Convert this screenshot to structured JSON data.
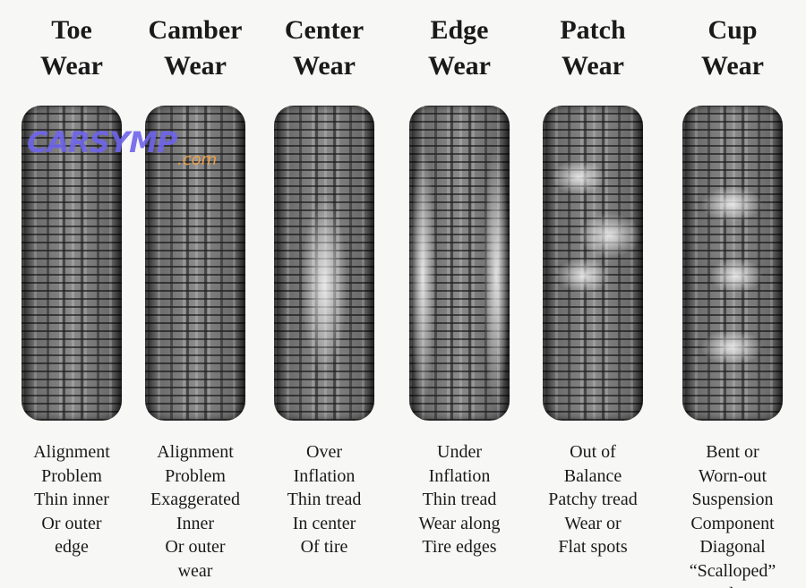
{
  "logo": {
    "brand": "CARSYMP",
    "domain": ".com"
  },
  "columns": [
    {
      "title1": "Toe",
      "title2": "Wear",
      "lines": [
        "Alignment",
        "Problem",
        "Thin inner",
        "Or outer",
        "edge"
      ]
    },
    {
      "title1": "Camber",
      "title2": "Wear",
      "lines": [
        "Alignment",
        "Problem",
        "Exaggerated",
        "Inner",
        "Or outer",
        "wear"
      ]
    },
    {
      "title1": "Center",
      "title2": "Wear",
      "lines": [
        "Over",
        "Inflation",
        "Thin tread",
        "In center",
        "Of tire"
      ]
    },
    {
      "title1": "Edge",
      "title2": "Wear",
      "lines": [
        "Under",
        "Inflation",
        "Thin tread",
        "Wear along",
        "Tire edges"
      ]
    },
    {
      "title1": "Patch",
      "title2": "Wear",
      "lines": [
        "Out of",
        "Balance",
        "Patchy tread",
        "Wear or",
        "Flat spots"
      ]
    },
    {
      "title1": "Cup",
      "title2": "Wear",
      "lines": [
        "Bent or",
        "Worn-out",
        "Suspension",
        "Component",
        "Diagonal",
        "“Scalloped”",
        "Tread wear"
      ]
    }
  ]
}
